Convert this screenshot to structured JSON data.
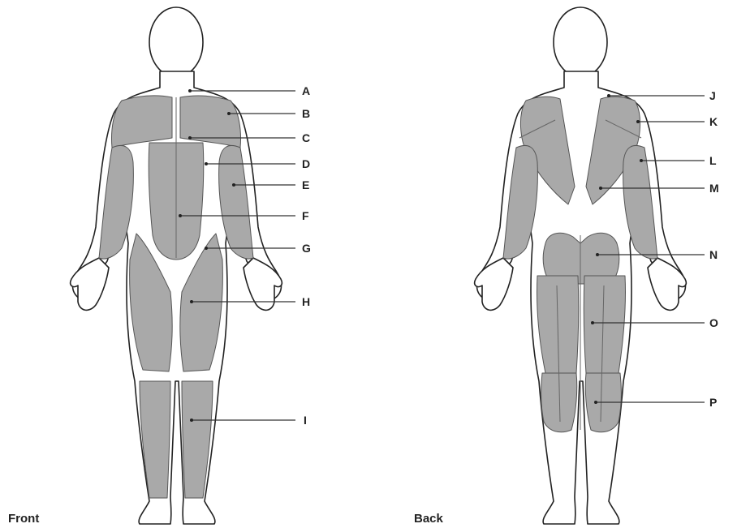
{
  "views": {
    "front": {
      "title": "Front"
    },
    "back": {
      "title": "Back"
    }
  },
  "callouts": {
    "front": [
      "A",
      "B",
      "C",
      "D",
      "E",
      "F",
      "G",
      "H",
      "I"
    ],
    "back": [
      "J",
      "K",
      "L",
      "M",
      "N",
      "O",
      "P"
    ]
  },
  "colors": {
    "muscle_fill": "#a9a9a9",
    "outline": "#222222",
    "background": "#ffffff"
  }
}
